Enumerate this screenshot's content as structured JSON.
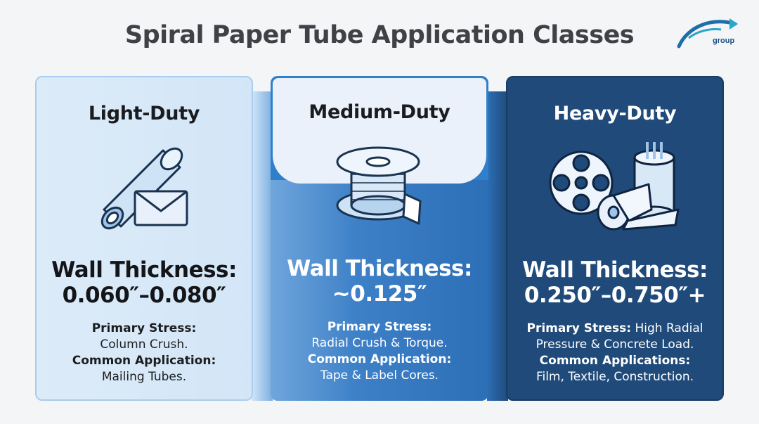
{
  "title": "Spiral Paper Tube Application Classes",
  "logo": {
    "text": "group"
  },
  "panels": [
    {
      "heading": "Light-Duty",
      "icon": "paper-tube-envelope-icon",
      "thickness_label": "Wall Thickness:",
      "thickness_value": "0.060″–0.080″",
      "stress_label": "Primary Stress:",
      "stress_value": "Column Crush.",
      "application_label": "Common Application:",
      "application_value": "Mailing Tubes."
    },
    {
      "heading": "Medium-Duty",
      "icon": "tape-spool-icon",
      "thickness_label": "Wall Thickness:",
      "thickness_value": "~0.125″",
      "stress_label": "Primary Stress:",
      "stress_value": "Radial Crush & Torque.",
      "application_label": "Common Application:",
      "application_value": "Tape & Label Cores."
    },
    {
      "heading": "Heavy-Duty",
      "icon": "film-reel-textile-construction-icon",
      "thickness_label": "Wall Thickness:",
      "thickness_value": "0.250″–0.750″+",
      "stress_label": "Primary Stress:",
      "stress_value_line1": "High Radial",
      "stress_value_line2": "Pressure & Concrete Load.",
      "application_label": "Common Applications:",
      "application_value": "Film, Textile, Construction."
    }
  ],
  "colors": {
    "light_panel": "#d7e8f7",
    "medium_panel": "#3d80c7",
    "heavy_panel": "#1f4a7a",
    "title": "#3f4147"
  }
}
